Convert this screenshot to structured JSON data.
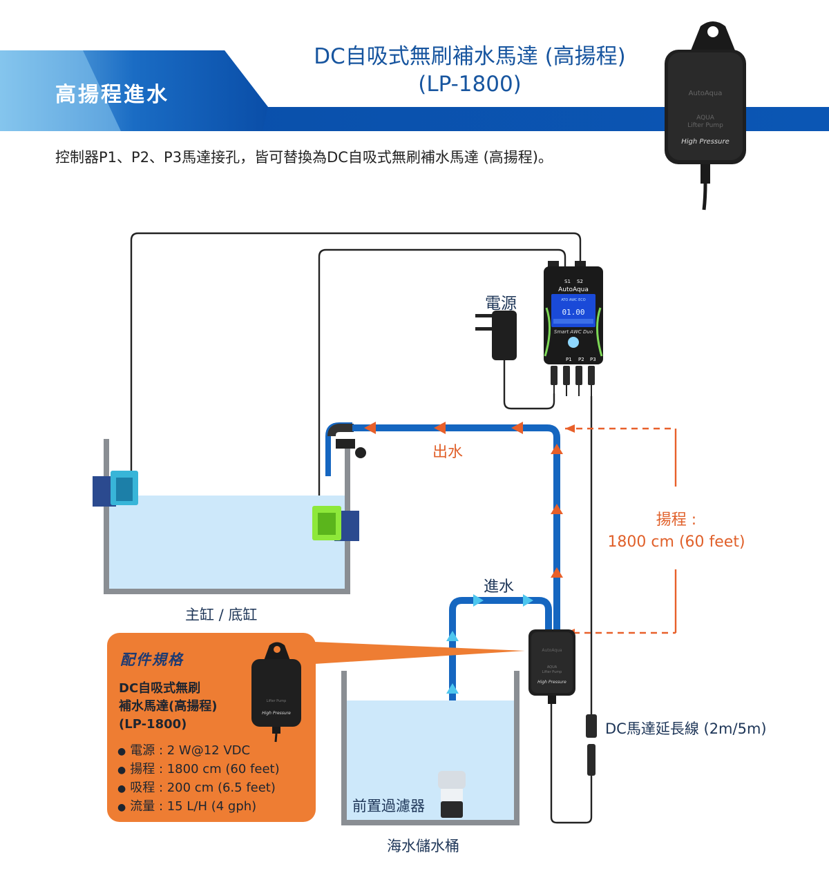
{
  "banner": {
    "title": "高揚程進水",
    "colors": {
      "dark_blue": "#0a4ea8",
      "light_blue": "#5aa8e0"
    }
  },
  "header": {
    "title_line1": "DC自吸式無刷補水馬達 (高揚程)",
    "title_line2": "(LP-1800)"
  },
  "intro_text": "控制器P1、P2、P3馬達接孔，皆可替換為DC自吸式無刷補水馬達 (高揚程)。",
  "product": {
    "brand": "AutoAqua",
    "name": "AQUA",
    "subname": "Lifter Pump",
    "badge": "High Pressure",
    "icon": "pump-icon"
  },
  "controller": {
    "brand": "AutoAqua",
    "model": "Smart AWC Duo",
    "ports_top": [
      "S1",
      "S2"
    ],
    "ports_bottom": [
      "P1",
      "P2",
      "P3"
    ],
    "display_tags": [
      "ATO",
      "AWC",
      "ECO"
    ],
    "display_value": "01.00",
    "icon": "controller-icon"
  },
  "diagram": {
    "power_label": "電源",
    "outflow_label": "出水",
    "inflow_label": "進水",
    "head_label_line1": "揚程 :",
    "head_label_line2": "1800 cm (60 feet)",
    "main_tank_label": "主缸 / 底缸",
    "reservoir_label": "海水儲水桶",
    "prefilter_label": "前置過濾器",
    "extension_cable_label": "DC馬達延長線 (2m/5m)",
    "colors": {
      "tube": "#1566c0",
      "arrow_orange": "#e8602a",
      "arrow_blue": "#4ec6ee",
      "water": "#cde8fa",
      "tank_wall": "#8a8e93"
    }
  },
  "spec": {
    "heading": "配件規格",
    "name_line1": "DC自吸式無刷",
    "name_line2": "補水馬達(高揚程)",
    "name_line3": "(LP-1800)",
    "items": [
      "電源 : 2 W@12 VDC",
      "揚程 : 1800 cm (60 feet)",
      "吸程 : 200 cm (6.5 feet)",
      "流量 : 15 L/H (4 gph)"
    ],
    "box_color": "#ee7d33"
  }
}
